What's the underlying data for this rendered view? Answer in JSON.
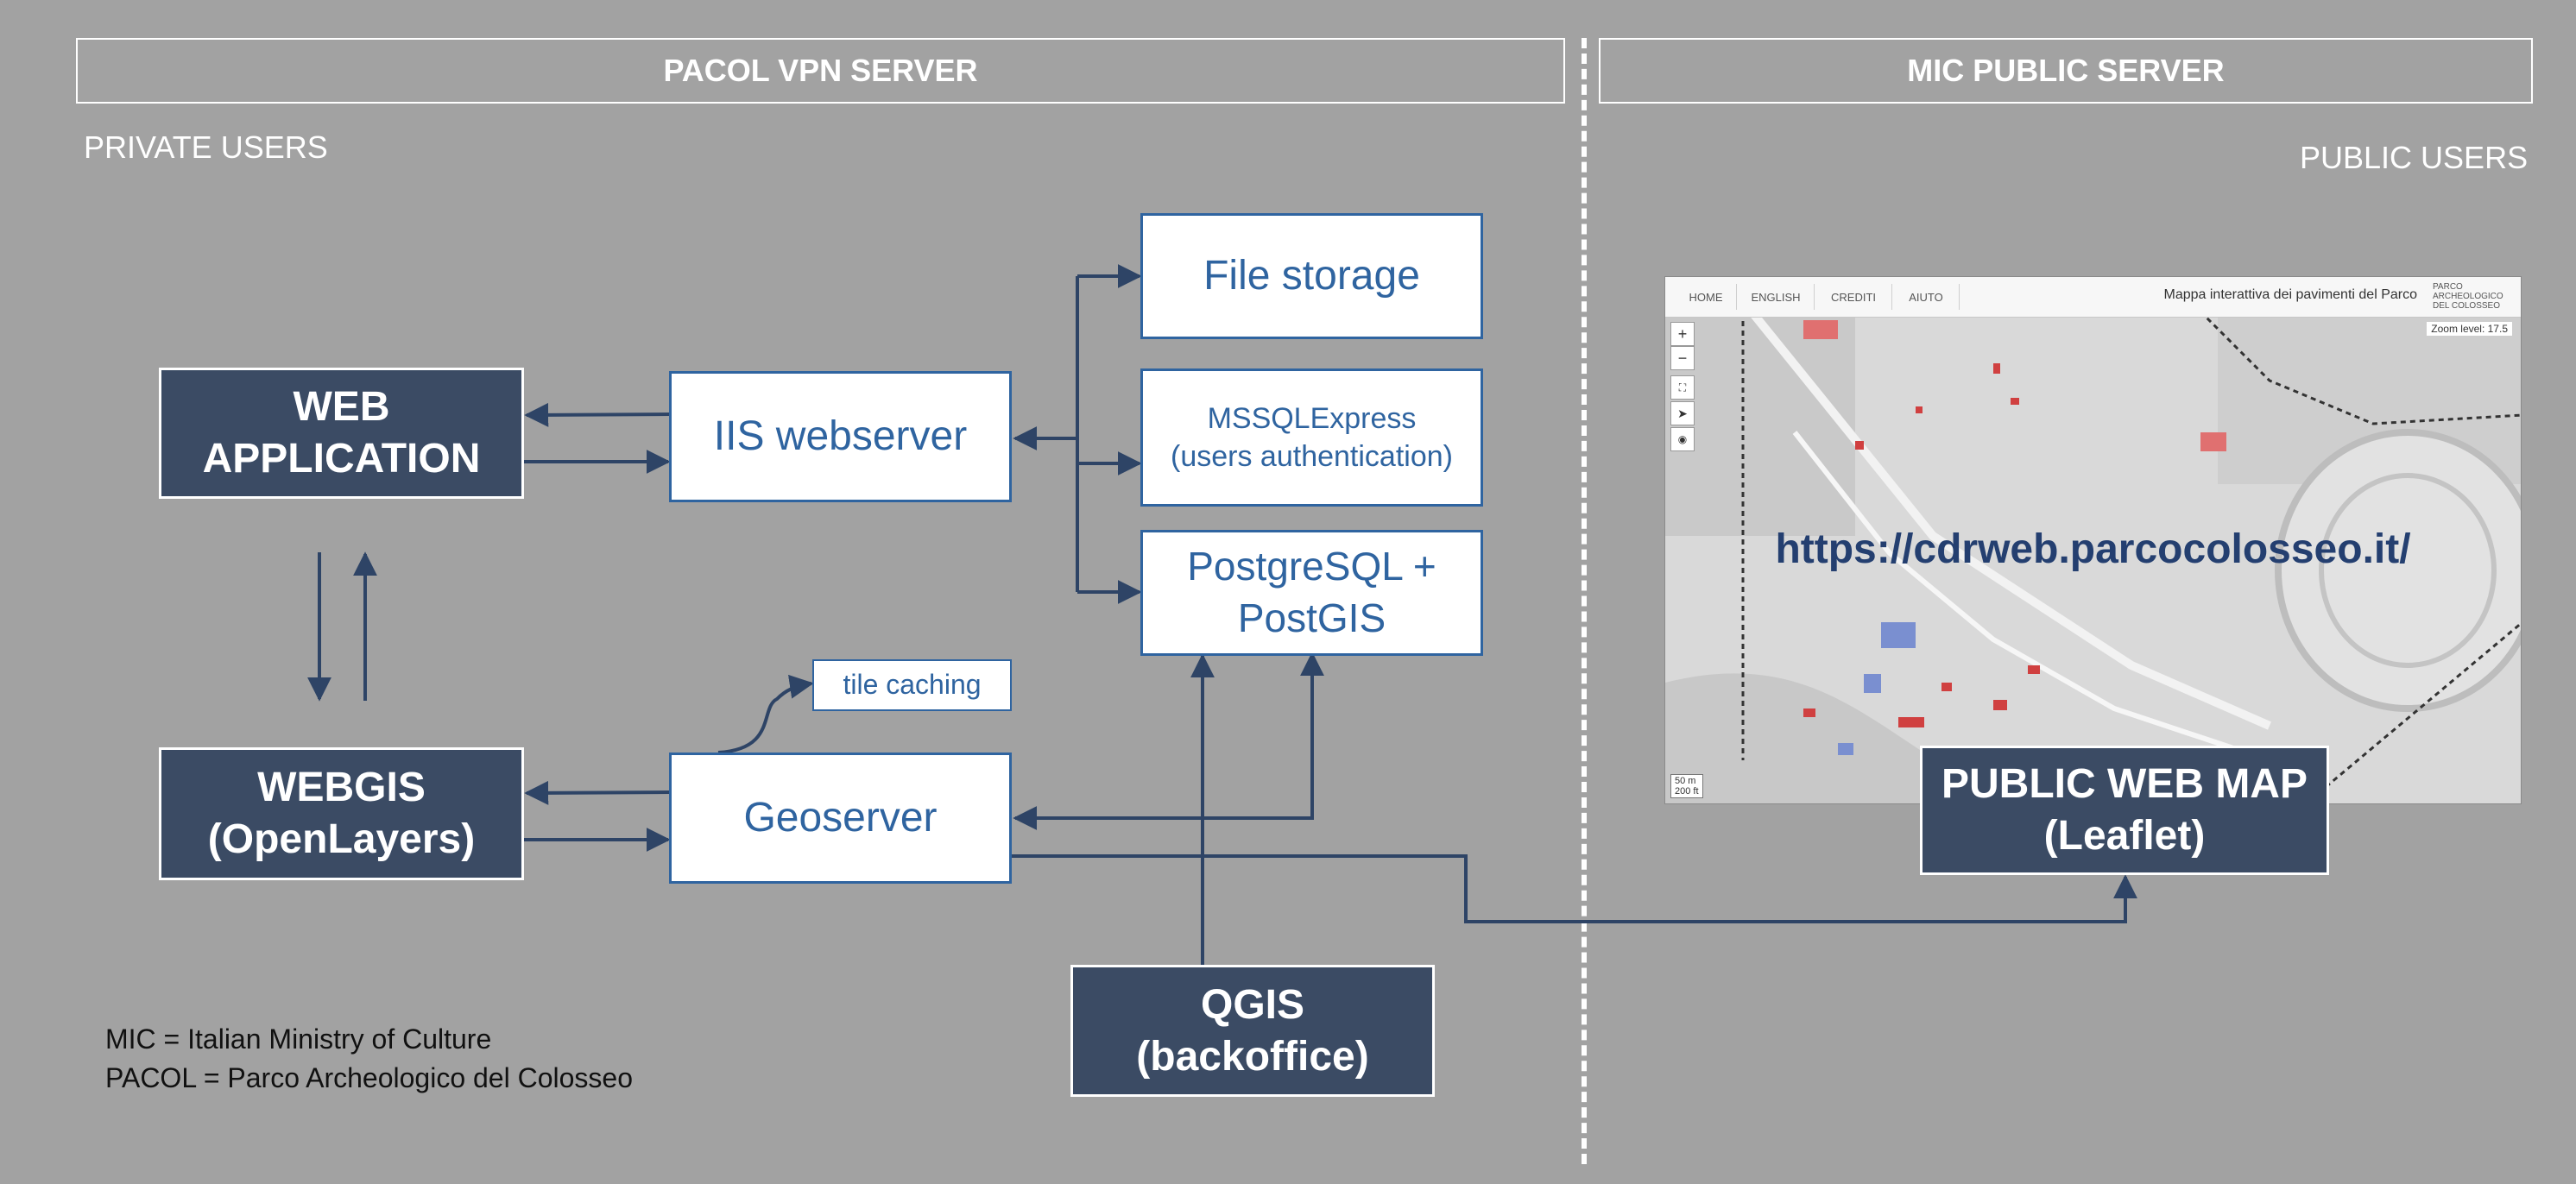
{
  "headers": {
    "left": "PACOL VPN SERVER",
    "right": "MIC PUBLIC SERVER"
  },
  "labels": {
    "private_users": "PRIVATE USERS",
    "public_users": "PUBLIC USERS"
  },
  "boxes": {
    "web_application": [
      "WEB",
      "APPLICATION"
    ],
    "iis_webserver": "IIS webserver",
    "file_storage": "File storage",
    "mssql": [
      "MSSQLExpress",
      "(users authentication)"
    ],
    "postgresql": [
      "PostgreSQL +",
      "PostGIS"
    ],
    "tile_caching": "tile caching",
    "webgis": [
      "WEBGIS",
      "(OpenLayers)"
    ],
    "geoserver": "Geoserver",
    "qgis": [
      "QGIS",
      "(backoffice)"
    ],
    "public_web_map": [
      "PUBLIC WEB MAP",
      "(Leaflet)"
    ]
  },
  "map_screenshot": {
    "tabs": [
      "HOME",
      "ENGLISH",
      "CREDITI",
      "AIUTO"
    ],
    "title": "Mappa interattiva dei pavimenti del Parco",
    "logo": "PARCO ARCHEOLOGICO DEL COLOSSEO",
    "zoom_level": "Zoom level: 17.5",
    "scale": [
      "50 m",
      "200 ft"
    ],
    "url": "https://cdrweb.parcocolosseo.it/"
  },
  "legend": [
    "MIC = Italian Ministry of Culture",
    "PACOL = Parco Archeologico del Colosseo"
  ],
  "colors": {
    "background": "#a2a2a2",
    "dark_box": "#3b4b64",
    "light_box_text": "#2f64a0",
    "arrow": "#2e4466"
  }
}
